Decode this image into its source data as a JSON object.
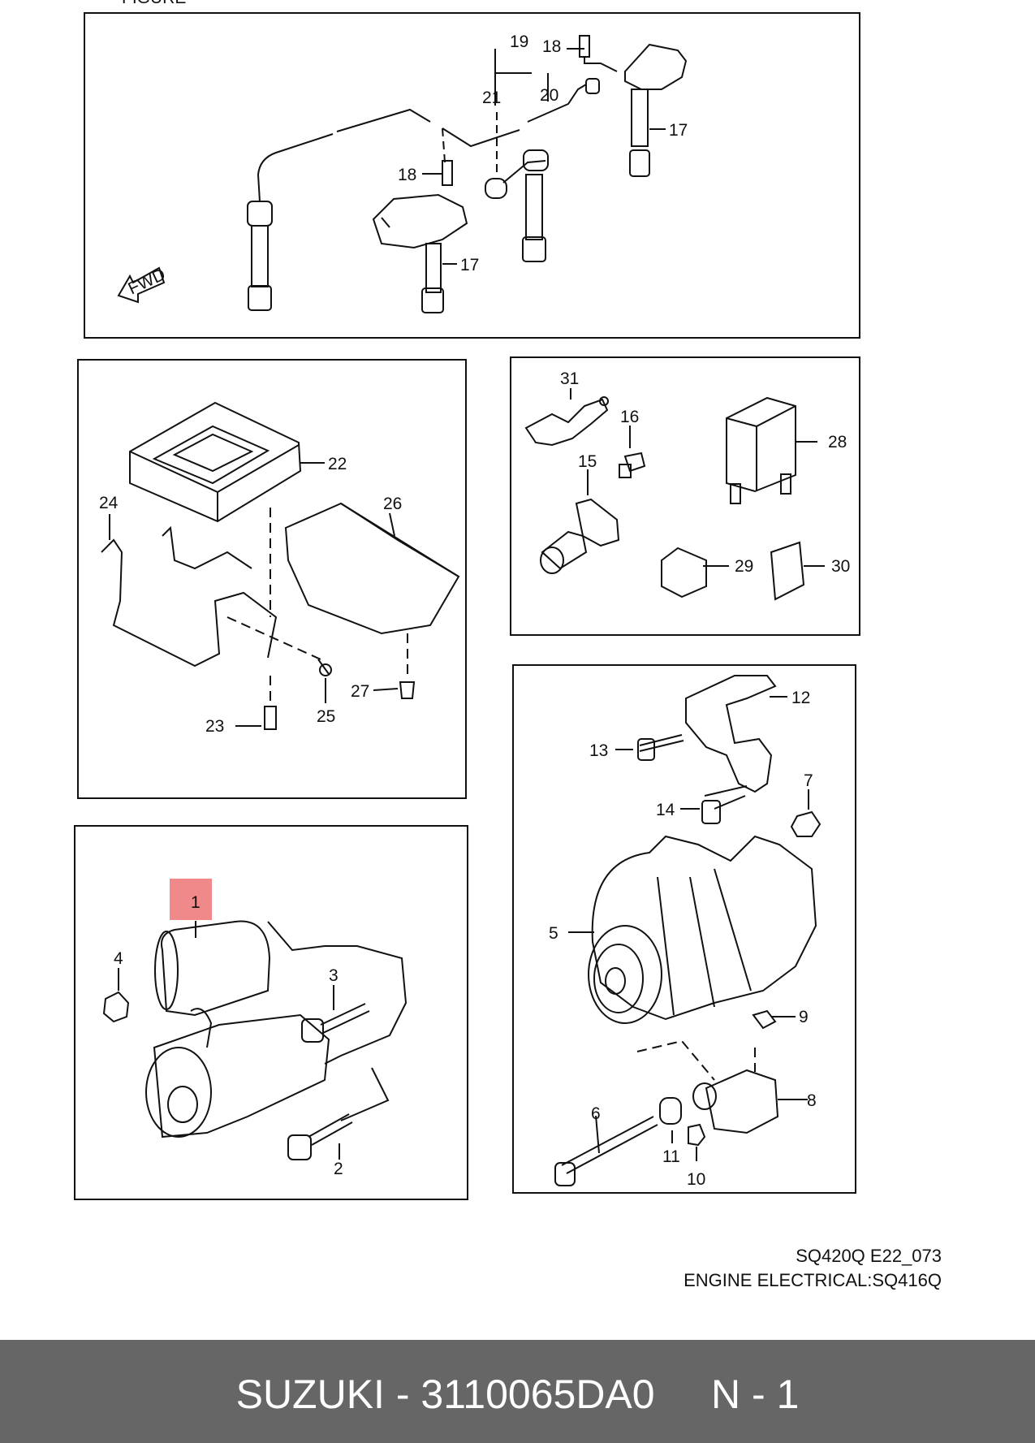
{
  "diagram": {
    "header_fragment": "FIGURE",
    "fwd_label": "FWD",
    "highlight_color": "#f08a8a",
    "callouts": {
      "p1": "1",
      "p2": "2",
      "p3": "3",
      "p4": "4",
      "p5": "5",
      "p6": "6",
      "p7": "7",
      "p8": "8",
      "p9": "9",
      "p10": "10",
      "p11": "11",
      "p12": "12",
      "p13": "13",
      "p14": "14",
      "p15": "15",
      "p16": "16",
      "p17a": "17",
      "p17b": "17",
      "p18a": "18",
      "p18b": "18",
      "p19": "19",
      "p20": "20",
      "p21": "21",
      "p22": "22",
      "p23": "23",
      "p24": "24",
      "p25": "25",
      "p26": "26",
      "p27": "27",
      "p28": "28",
      "p29": "29",
      "p30": "30",
      "p31": "31"
    }
  },
  "caption": {
    "line1": "SQ420Q E22_073",
    "line2": "ENGINE ELECTRICAL:SQ416Q"
  },
  "footer": {
    "text": "SUZUKI - 3110065DA0     N - 1"
  }
}
